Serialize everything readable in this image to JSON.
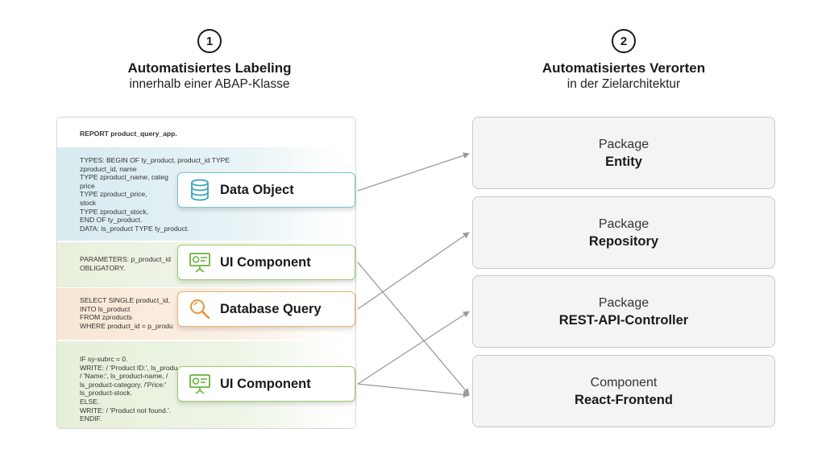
{
  "left_header": {
    "number": "1",
    "title": "Automatisiertes Labeling",
    "subtitle": "innerhalb einer ABAP-Klasse"
  },
  "right_header": {
    "number": "2",
    "title": "Automatisiertes Verorten",
    "subtitle": "in der Zielarchitektur"
  },
  "code": {
    "report": "REPORT product_query_app.",
    "types": "TYPES: BEGIN OF ty_product, product_id TYPE\nzproduct_id, name\nTYPE zproduct_name, categ\nprice\nTYPE zproduct_price,\nstock\nTYPE zproduct_stock,\nEND OF ty_product.\nDATA: ls_product TYPE ty_product.",
    "params": "PARAMETERS: p_product_id\nOBLIGATORY.",
    "select": "SELECT SINGLE product_id,\nINTO ls_product\nFROM zproducts\nWHERE product_id = p_produ",
    "if_block": "IF sy-subrc = 0.\nWRITE: / 'Product ID:', ls_produ\n/ 'Name:', ls_product-name, /\nls_product-category, /'Price:'\nls_product-stock.\nELSE.\nWRITE: / 'Product not found.'.\nENDIF."
  },
  "labels": {
    "data_object": "Data Object",
    "ui_component_1": "UI Component",
    "database_query": "Database Query",
    "ui_component_2": "UI Component"
  },
  "targets": [
    {
      "kind": "Package",
      "name": "Entity"
    },
    {
      "kind": "Package",
      "name": "Repository"
    },
    {
      "kind": "Package",
      "name": "REST-API-Controller"
    },
    {
      "kind": "Component",
      "name": "React-Frontend"
    }
  ],
  "colors": {
    "data_object_border": "#7cc4d2",
    "ui_component_border": "#9ccc6e",
    "database_query_border": "#f0b170",
    "arrow": "#9a9a9a"
  }
}
